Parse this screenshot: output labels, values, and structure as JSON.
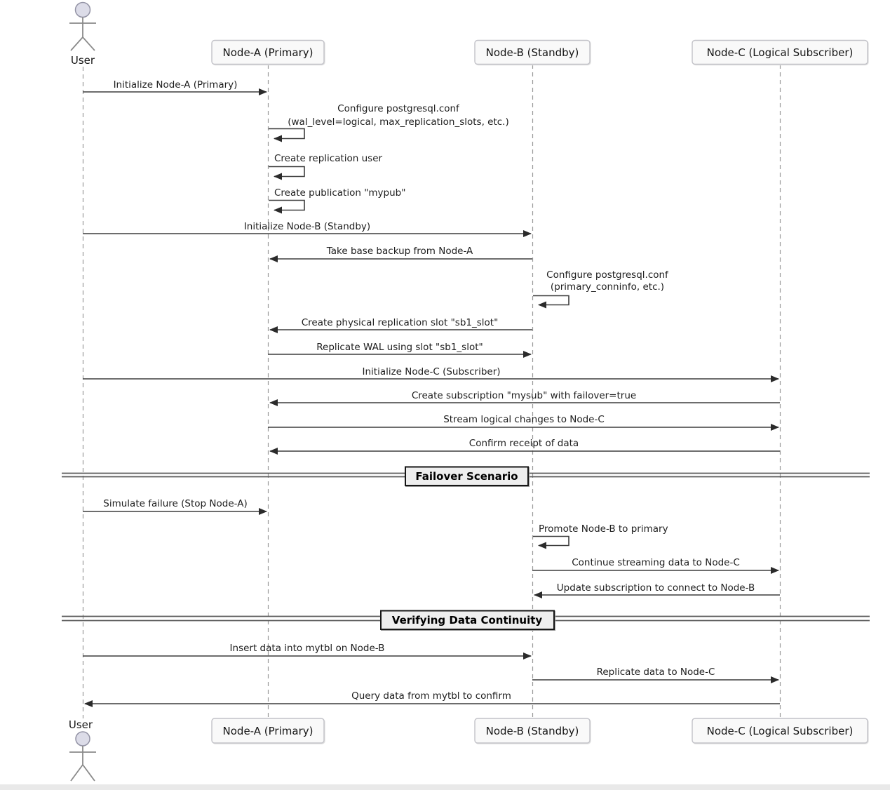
{
  "app": {
    "kind": "uml-sequence-diagram",
    "topic": "PostgreSQL logical replication failover"
  },
  "colors": {
    "background": "#ffffff",
    "participant_box_fill": "#f9f9f9",
    "participant_box_border": "#c2c2c8",
    "actor_head_fill": "#dcdce8",
    "actor_stroke": "#8a8a8a",
    "lifeline": "#9a9a9a",
    "arrow": "#3d3d3d",
    "message_text": "#1d1d1d",
    "divider_box_fill": "#eeeeee",
    "divider_box_border": "#161616",
    "bottom_bar": "#e9e9e9"
  },
  "diagram": {
    "participants": [
      {
        "id": "user",
        "label": "User",
        "type": "actor"
      },
      {
        "id": "node-a",
        "label": "Node-A (Primary)",
        "type": "participant"
      },
      {
        "id": "node-b",
        "label": "Node-B (Standby)",
        "type": "participant"
      },
      {
        "id": "node-c",
        "label": "Node-C (Logical Subscriber)",
        "type": "participant"
      }
    ],
    "messages": [
      {
        "from": "user",
        "to": "node-a",
        "label": "Initialize Node-A (Primary)"
      },
      {
        "from": "node-a",
        "to": "node-a",
        "self": true,
        "label": "Configure postgresql.conf",
        "label2": "(wal_level=logical, max_replication_slots, etc.)"
      },
      {
        "from": "node-a",
        "to": "node-a",
        "self": true,
        "label": "Create replication user"
      },
      {
        "from": "node-a",
        "to": "node-a",
        "self": true,
        "label": "Create publication \"mypub\""
      },
      {
        "from": "user",
        "to": "node-b",
        "label": "Initialize Node-B (Standby)"
      },
      {
        "from": "node-b",
        "to": "node-a",
        "label": "Take base backup from Node-A"
      },
      {
        "from": "node-b",
        "to": "node-b",
        "self": true,
        "label": "Configure postgresql.conf",
        "label2": "(primary_conninfo, etc.)"
      },
      {
        "from": "node-b",
        "to": "node-a",
        "label": "Create physical replication slot \"sb1_slot\""
      },
      {
        "from": "node-a",
        "to": "node-b",
        "label": "Replicate WAL using slot \"sb1_slot\""
      },
      {
        "from": "user",
        "to": "node-c",
        "label": "Initialize Node-C (Subscriber)"
      },
      {
        "from": "node-c",
        "to": "node-a",
        "label": "Create subscription \"mysub\" with failover=true"
      },
      {
        "from": "node-a",
        "to": "node-c",
        "label": "Stream logical changes to Node-C"
      },
      {
        "from": "node-c",
        "to": "node-a",
        "label": "Confirm receipt of data"
      },
      {
        "from": "user",
        "to": "node-a",
        "label": "Simulate failure (Stop Node-A)"
      },
      {
        "from": "node-b",
        "to": "node-b",
        "self": true,
        "label": "Promote Node-B to primary"
      },
      {
        "from": "node-b",
        "to": "node-c",
        "label": "Continue streaming data to Node-C"
      },
      {
        "from": "node-c",
        "to": "node-b",
        "label": "Update subscription to connect to Node-B"
      },
      {
        "from": "user",
        "to": "node-b",
        "label": "Insert data into mytbl on Node-B"
      },
      {
        "from": "node-b",
        "to": "node-c",
        "label": "Replicate data to Node-C"
      },
      {
        "from": "node-c",
        "to": "user",
        "label": "Query data from mytbl to confirm"
      }
    ],
    "dividers": [
      {
        "label": "Failover Scenario"
      },
      {
        "label": "Verifying Data Continuity"
      }
    ]
  }
}
